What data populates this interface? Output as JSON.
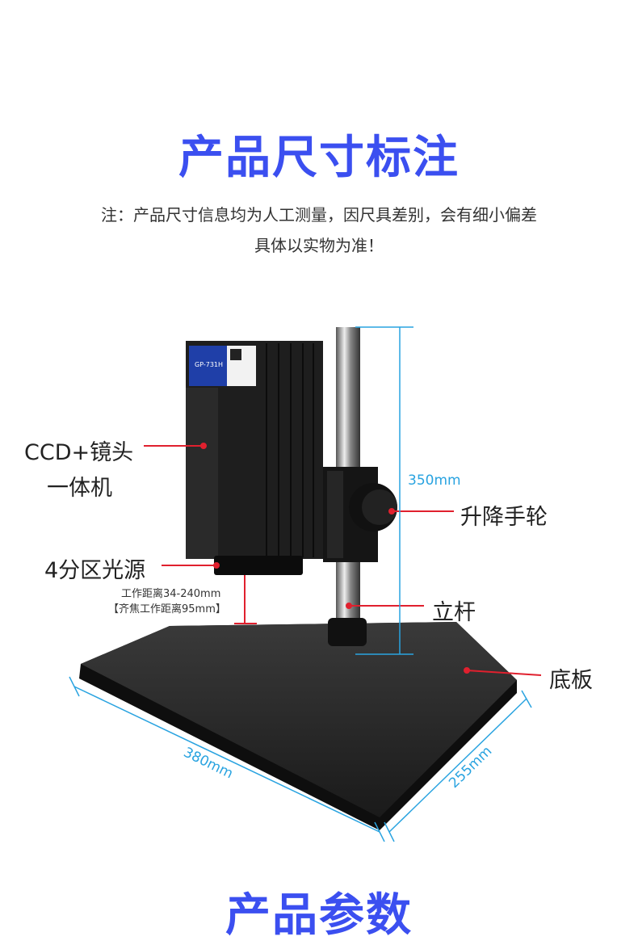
{
  "header": {
    "title": "产品尺寸标注",
    "note_line1": "注：产品尺寸信息均为人工测量，因尺具差别，会有细小偏差",
    "note_line2": "具体以实物为准！"
  },
  "product": {
    "model_label": "GP-731H",
    "parts": {
      "camera_line1": "CCD+镜头",
      "camera_line2": "一体机",
      "light": "4分区光源",
      "knob": "升降手轮",
      "pole": "立杆",
      "base": "底板"
    },
    "working_distance_line1": "工作距离34-240mm",
    "working_distance_line2": "【齐焦工作距离95mm】",
    "dimensions": {
      "height": "350mm",
      "length": "380mm",
      "width": "255mm"
    }
  },
  "colors": {
    "title": "#3b4ff0",
    "dimension": "#29a3e0",
    "pointer": "#e0202e"
  },
  "footer": {
    "title": "产品参数"
  }
}
